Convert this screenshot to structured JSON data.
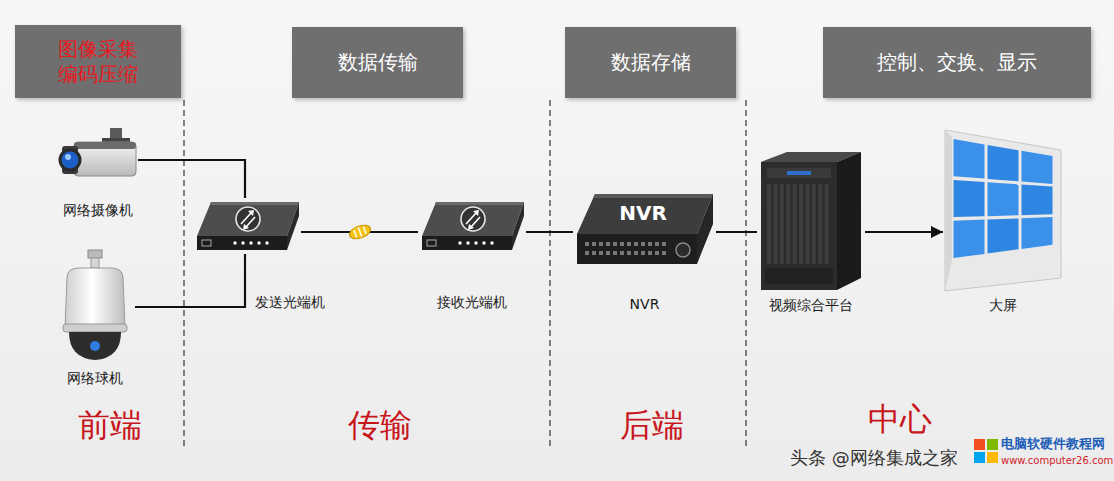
{
  "diagram": {
    "nodes": [
      {
        "text": [
          "图像采集 编码压缩"
        ]
      },
      {
        "text": [
          "数据传输"
        ]
      },
      {
        "text": [
          "数据存储"
        ]
      },
      {
        "text": [
          "控制、交换、显示"
        ]
      },
      {
        "text": [
          "网络摄像机"
        ]
      },
      {
        "text": [
          "网络球机"
        ]
      },
      {
        "text": [
          "发送光端机"
        ]
      },
      {
        "text": [
          "接收光端机"
        ]
      },
      {
        "text": [
          "NVR",
          "NVR"
        ]
      },
      {
        "text": [
          "视频综合平台"
        ]
      },
      {
        "text": [
          "大屏"
        ]
      }
    ],
    "edges": [
      {
        "from": 4,
        "to": 6,
        "arrow": "none"
      },
      {
        "from": 5,
        "to": 6,
        "arrow": "none"
      },
      {
        "from": 6,
        "to": 7,
        "arrow": "none"
      },
      {
        "from": 7,
        "to": 8,
        "arrow": "none"
      },
      {
        "from": 8,
        "to": 9,
        "arrow": "none"
      },
      {
        "from": 9,
        "to": 10,
        "arrow": "to"
      }
    ],
    "labels": [
      "前端",
      "传输",
      "后端",
      "中心",
      "头条 @网络集成之家",
      "电脑软硬件教程网",
      "www.computer26.com"
    ]
  }
}
